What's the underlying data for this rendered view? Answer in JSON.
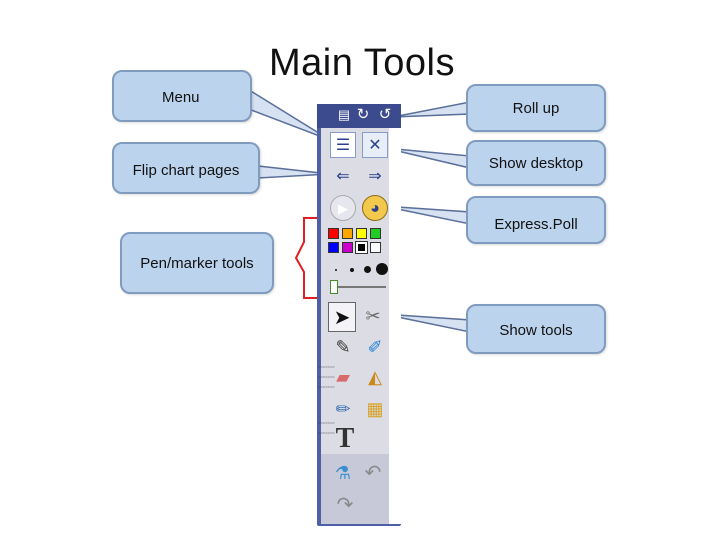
{
  "title": "Main Tools",
  "callouts": {
    "menu": "Menu",
    "flip_chart_pages": "Flip chart pages",
    "pen_marker_tools": "Pen/marker tools",
    "roll_up": "Roll up",
    "show_desktop": "Show desktop",
    "express_poll": "Express.Poll",
    "show_tools": "Show tools"
  },
  "colors": {
    "callout_fill": "#bcd3ee",
    "callout_border": "#7f9cbf",
    "toolbar_blue": "#4e5fa6",
    "bracket": "#e02020",
    "palette": [
      "#ff0000",
      "#ffa500",
      "#ffff00",
      "#22cc22",
      "#0000ff",
      "#cc00cc",
      "#000000",
      "#ffffff"
    ]
  },
  "icons": {
    "menu": "menu-icon",
    "show_desktop": "desktop-tools-icon",
    "flip_prev": "flip-prev-icon",
    "flip_next": "flip-next-icon",
    "play": "play-icon",
    "express_poll": "express-poll-icon",
    "select": "select-arrow-icon",
    "show_tools": "tools-icon",
    "pen": "pen-icon",
    "highlighter": "highlighter-icon",
    "eraser": "eraser-icon",
    "fill": "fill-bucket-icon",
    "magic_pen": "magic-pen-icon",
    "resource": "resource-icon",
    "text": "text-icon",
    "clear": "clear-icon",
    "undo": "undo-icon",
    "redo": "redo-icon"
  }
}
